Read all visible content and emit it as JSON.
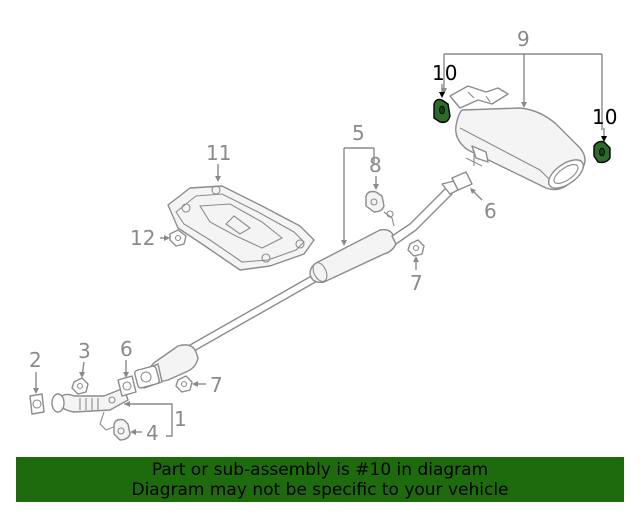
{
  "diagram": {
    "callouts": [
      {
        "id": "c1",
        "text": "1"
      },
      {
        "id": "c2",
        "text": "2"
      },
      {
        "id": "c3",
        "text": "3"
      },
      {
        "id": "c4",
        "text": "4"
      },
      {
        "id": "c5",
        "text": "5"
      },
      {
        "id": "c6a",
        "text": "6"
      },
      {
        "id": "c6b",
        "text": "6"
      },
      {
        "id": "c7a",
        "text": "7"
      },
      {
        "id": "c7b",
        "text": "7"
      },
      {
        "id": "c8",
        "text": "8"
      },
      {
        "id": "c9",
        "text": "9"
      },
      {
        "id": "c10a",
        "text": "10"
      },
      {
        "id": "c10b",
        "text": "10"
      },
      {
        "id": "c11",
        "text": "11"
      },
      {
        "id": "c12",
        "text": "12"
      }
    ],
    "highlight_color": "#2e6b2a"
  },
  "banner": {
    "line1": "Part or sub-assembly is #10 in diagram",
    "line2": "Diagram may not be specific to your vehicle",
    "background": "#1d6b0d"
  }
}
